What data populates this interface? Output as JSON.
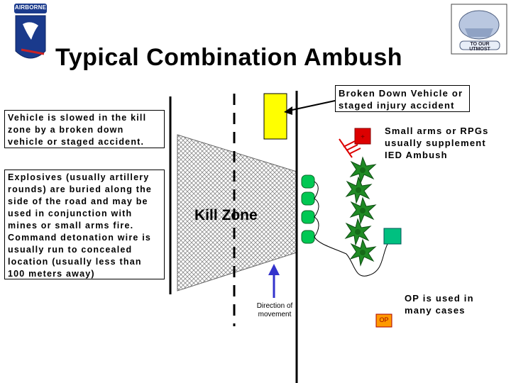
{
  "slide": {
    "title": "Typical Combination Ambush"
  },
  "callouts": {
    "broken_vehicle": "Broken Down Vehicle or staged injury accident",
    "vehicle_slowed": "Vehicle is slowed in the kill zone by a broken down vehicle or staged accident.",
    "explosives": "Explosives (usually artillery rounds) are buried along the side of the road and may be used in conjunction with mines or small arms fire. Command detonation wire is usually run to concealed location (usually less than 100 meters away)",
    "small_arms": "Small arms or RPGs usually supplement IED Ambush",
    "op_note": "OP is used in many cases"
  },
  "diagram": {
    "kill_zone_label": "Kill Zone",
    "direction_label": "Direction of movement",
    "op_marker": "OP"
  },
  "logos": {
    "left_patch_text": "AIRBORNE",
    "right_crest_text": "TO OUR UTMOST"
  },
  "colors": {
    "vehicle": "#ffff00",
    "ied": "#00c853",
    "op_box": "#00c080",
    "arrow_blue": "#3333cc",
    "red": "#dd0000",
    "patch_blue": "#1a3a8c"
  }
}
